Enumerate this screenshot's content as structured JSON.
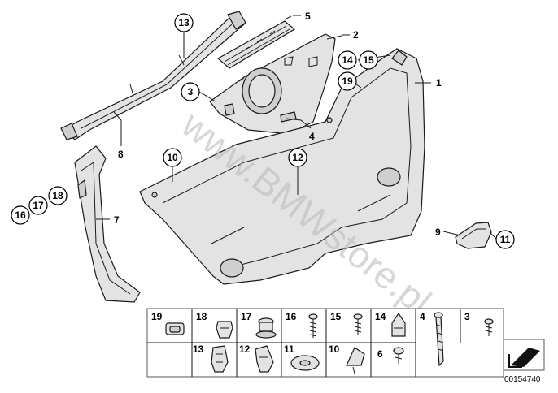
{
  "callouts": [
    {
      "id": "c13",
      "label": "13"
    },
    {
      "id": "c3",
      "label": "3"
    },
    {
      "id": "c14",
      "label": "14"
    },
    {
      "id": "c15",
      "label": "15"
    },
    {
      "id": "c19",
      "label": "19"
    },
    {
      "id": "c10",
      "label": "10"
    },
    {
      "id": "c12",
      "label": "12"
    },
    {
      "id": "c18",
      "label": "18"
    },
    {
      "id": "c17",
      "label": "17"
    },
    {
      "id": "c16",
      "label": "16"
    },
    {
      "id": "c11",
      "label": "11"
    }
  ],
  "plain_labels": [
    {
      "id": "l5",
      "label": "5"
    },
    {
      "id": "l2",
      "label": "2"
    },
    {
      "id": "l1",
      "label": "1"
    },
    {
      "id": "l8",
      "label": "8"
    },
    {
      "id": "l4",
      "label": "4"
    },
    {
      "id": "l7",
      "label": "7"
    },
    {
      "id": "l9",
      "label": "9"
    }
  ],
  "fastener_grid": {
    "row1": [
      "19",
      "18",
      "17",
      "16",
      "15",
      "14",
      "4",
      "3"
    ],
    "row2": [
      "13",
      "12",
      "11",
      "10",
      "6"
    ]
  },
  "watermark": "www.BMWstore.pl",
  "diagram_number": "00154740",
  "colors": {
    "part_fill": "#e3e3e3",
    "outline": "#1a1a1a",
    "watermark": "#b8b8b8"
  }
}
